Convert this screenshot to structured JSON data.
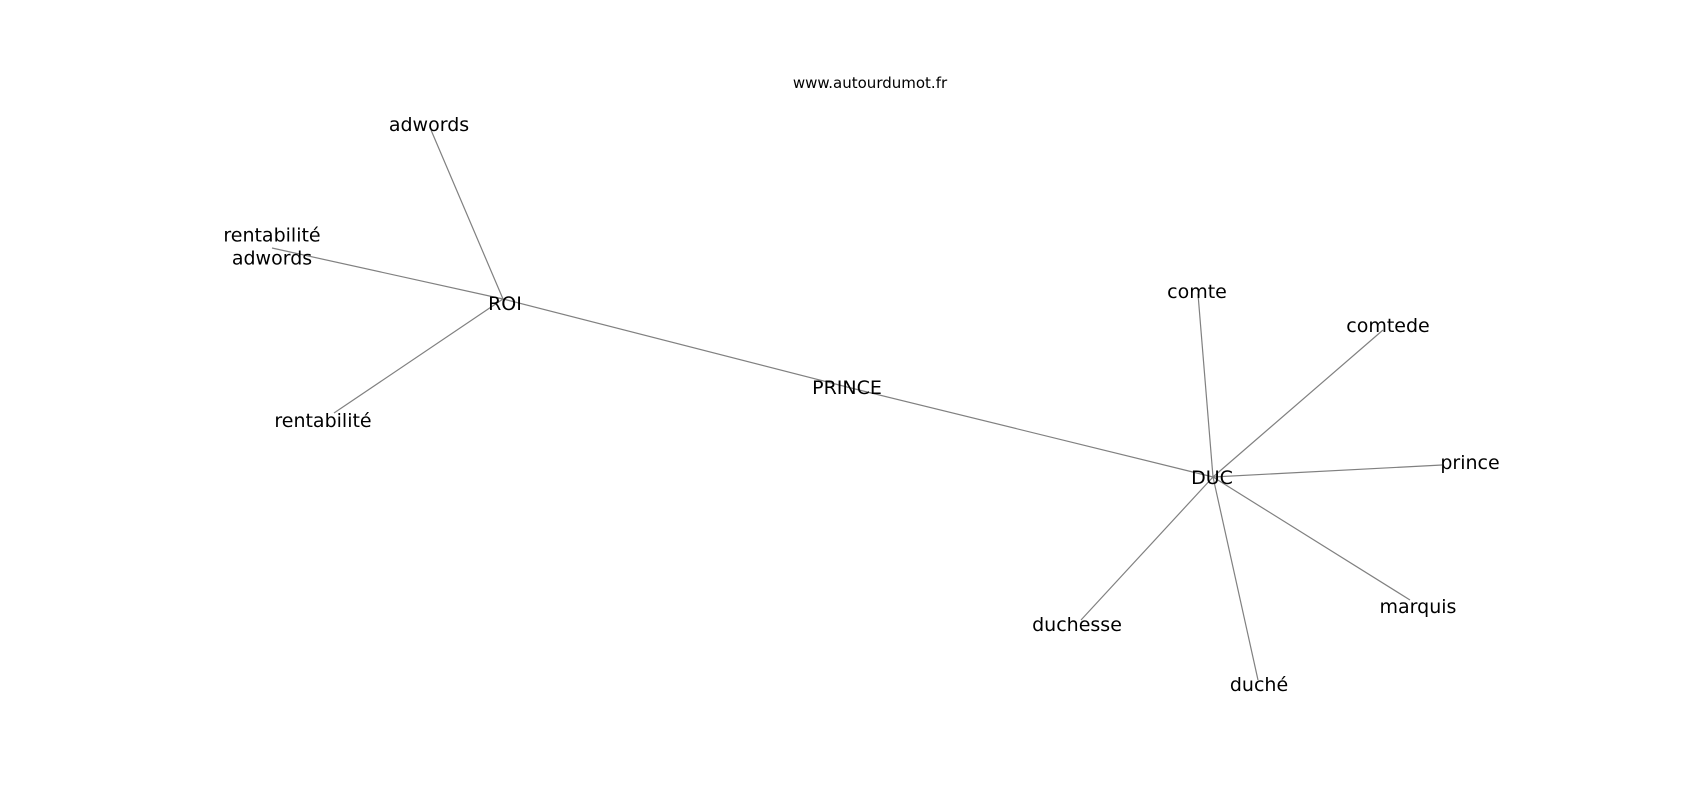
{
  "site": "www.autourdumot.fr",
  "nodes": [
    {
      "id": "ROI",
      "lines": [
        "ROI"
      ]
    },
    {
      "id": "PRINCE",
      "lines": [
        "PRINCE"
      ]
    },
    {
      "id": "DUC",
      "lines": [
        "DUC"
      ]
    },
    {
      "id": "adwords",
      "lines": [
        "adwords"
      ]
    },
    {
      "id": "rentabilite-adwords",
      "lines": [
        "rentabilité",
        "adwords"
      ]
    },
    {
      "id": "rentabilite",
      "lines": [
        "rentabilité"
      ]
    },
    {
      "id": "comte",
      "lines": [
        "comte"
      ]
    },
    {
      "id": "comtede",
      "lines": [
        "comtede"
      ]
    },
    {
      "id": "prince",
      "lines": [
        "prince"
      ]
    },
    {
      "id": "marquis",
      "lines": [
        "marquis"
      ]
    },
    {
      "id": "duche",
      "lines": [
        "duché"
      ]
    },
    {
      "id": "duchesse",
      "lines": [
        "duchesse"
      ]
    }
  ],
  "edges": [
    [
      "ROI",
      "PRINCE"
    ],
    [
      "PRINCE",
      "DUC"
    ],
    [
      "ROI",
      "adwords"
    ],
    [
      "ROI",
      "rentabilite-adwords"
    ],
    [
      "ROI",
      "rentabilite"
    ],
    [
      "DUC",
      "comte"
    ],
    [
      "DUC",
      "comtede"
    ],
    [
      "DUC",
      "prince"
    ],
    [
      "DUC",
      "marquis"
    ],
    [
      "DUC",
      "duche"
    ],
    [
      "DUC",
      "duchesse"
    ]
  ]
}
